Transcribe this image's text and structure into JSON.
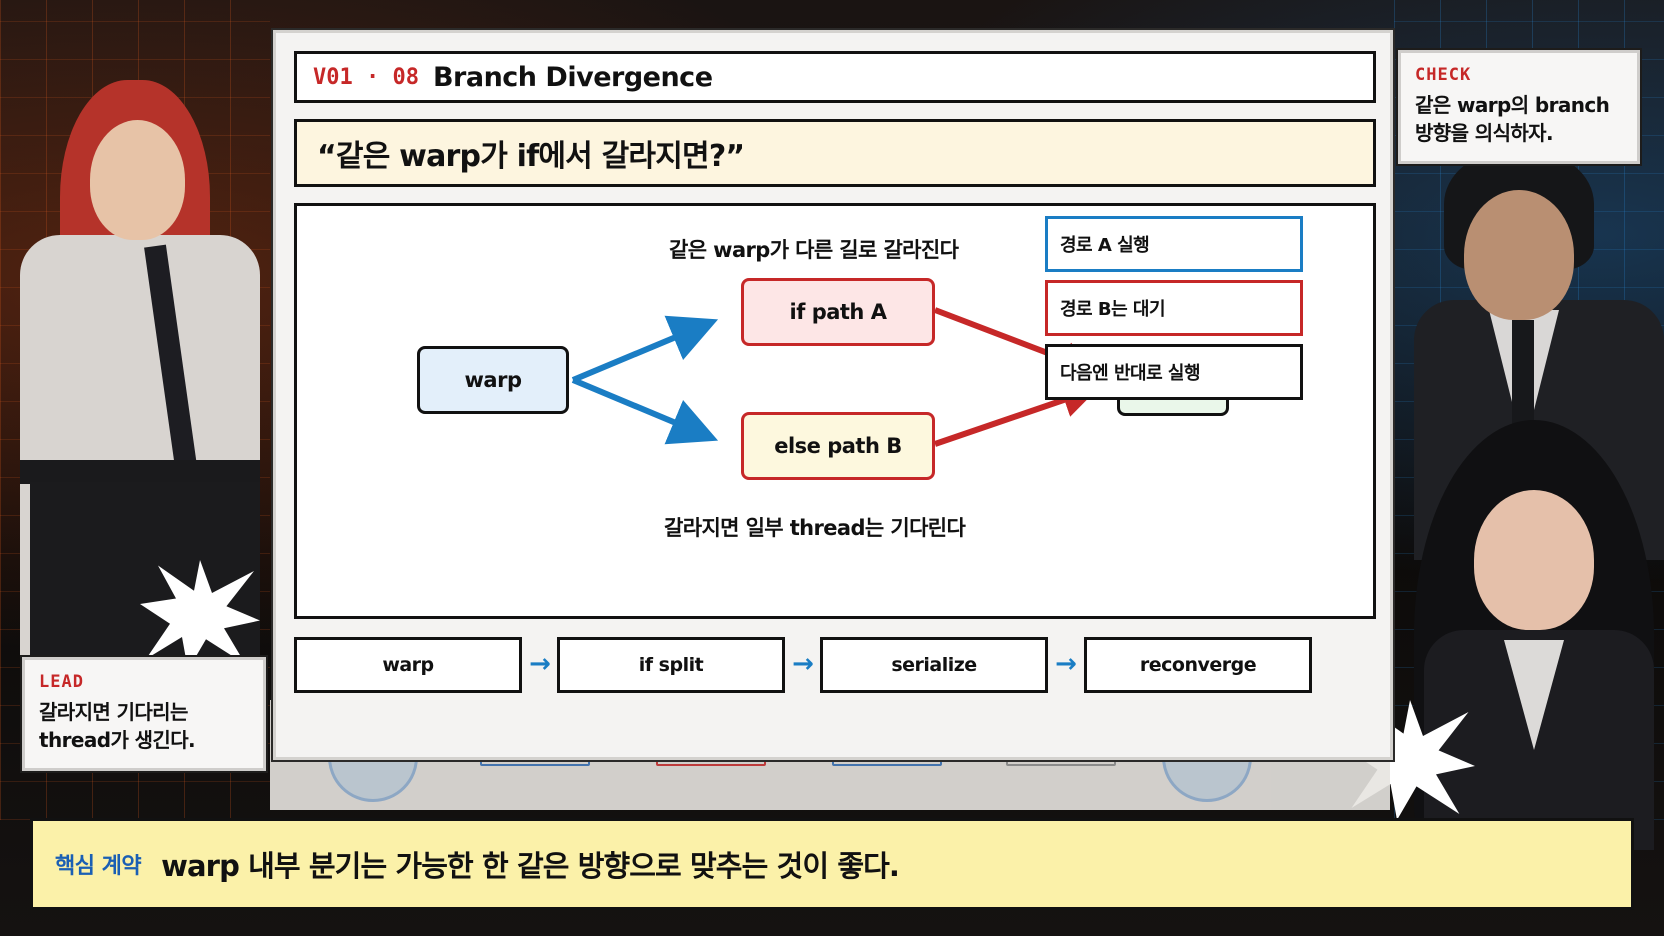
{
  "slide": {
    "code": "V01 · 08",
    "title": "Branch Divergence",
    "question": "“같은 warp가 if에서 갈라지면?”"
  },
  "diagram": {
    "caption_top": "같은 warp가 다른 길로 갈라진다",
    "caption_bottom": "갈라지면 일부 thread는 기다린다",
    "nodes": {
      "warp": "warp",
      "path_a": "if path A",
      "path_b": "else path B"
    },
    "legend": [
      "경로 A 실행",
      "경로 B는 대기",
      "다음엔 반대로 실행"
    ],
    "colors": {
      "blue_arrow": "#1a7dc4",
      "red_arrow": "#c62828"
    }
  },
  "flow": {
    "steps": [
      "warp",
      "if split",
      "serialize",
      "reconverge"
    ],
    "arrow_icon": "arrow-right-icon"
  },
  "check_card": {
    "tag": "CHECK",
    "text_line1": "같은 warp의 branch",
    "text_line2": "방향을 의식하자."
  },
  "lead_card": {
    "tag": "LEAD",
    "text_line1": "갈라지면 기다리는",
    "text_line2": "thread가 생긴다."
  },
  "banner": {
    "label": "핵심 계약",
    "text": "warp 내부 분기는 가능한 한 같은 방향으로 맞추는 것이 좋다."
  }
}
